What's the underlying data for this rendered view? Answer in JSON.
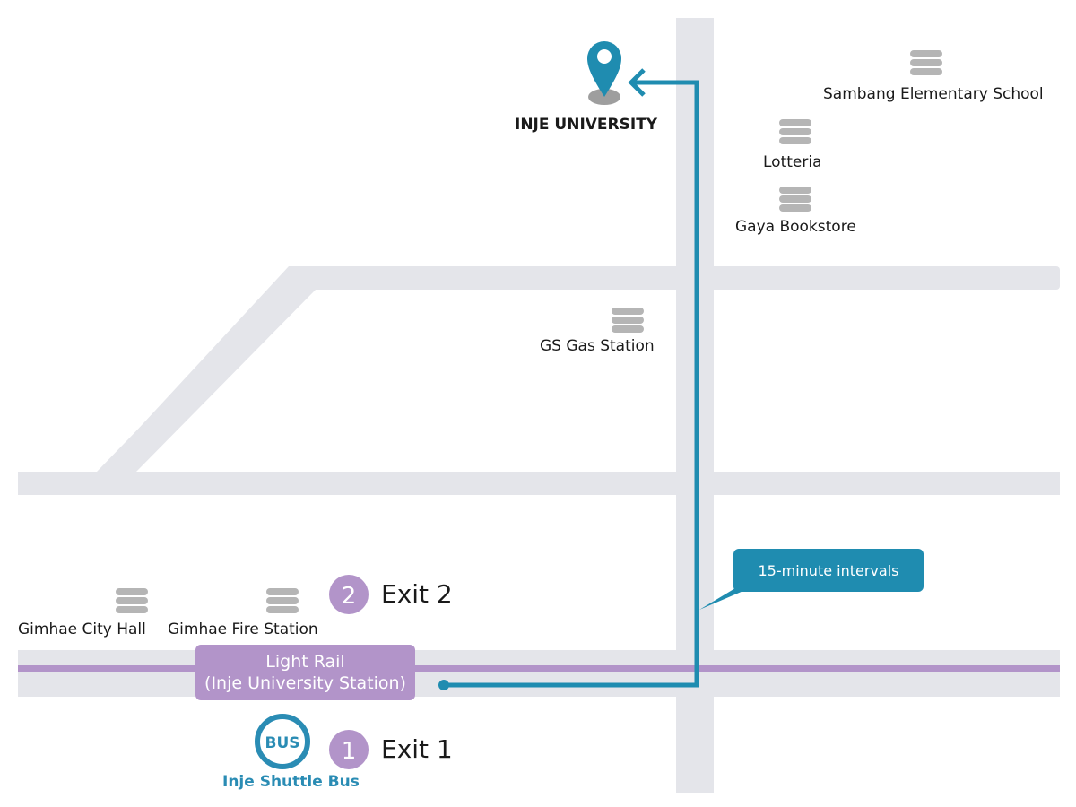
{
  "destination": {
    "label": "INJE UNIVERSITY"
  },
  "landmarks": [
    {
      "id": "sambang",
      "label": "Sambang Elementary School"
    },
    {
      "id": "lotteria",
      "label": "Lotteria"
    },
    {
      "id": "gaya",
      "label": "Gaya Bookstore"
    },
    {
      "id": "gs",
      "label": "GS Gas Station"
    },
    {
      "id": "cityhall",
      "label": "Gimhae City Hall"
    },
    {
      "id": "firestation",
      "label": "Gimhae Fire Station"
    }
  ],
  "station": {
    "line1": "Light Rail",
    "line2": "(Inje University Station)"
  },
  "exits": [
    {
      "number": "2",
      "label": "Exit 2"
    },
    {
      "number": "1",
      "label": "Exit 1"
    }
  ],
  "bus": {
    "badge": "BUS",
    "label": "Inje Shuttle Bus"
  },
  "callout": {
    "text": "15-minute intervals"
  },
  "colors": {
    "road": "#e4e5ea",
    "rail": "#b294c9",
    "route": "#1f8cb0",
    "exit": "#b294c9",
    "landmark_icon": "#b5b5b5",
    "pin": "#1f8cb0"
  }
}
